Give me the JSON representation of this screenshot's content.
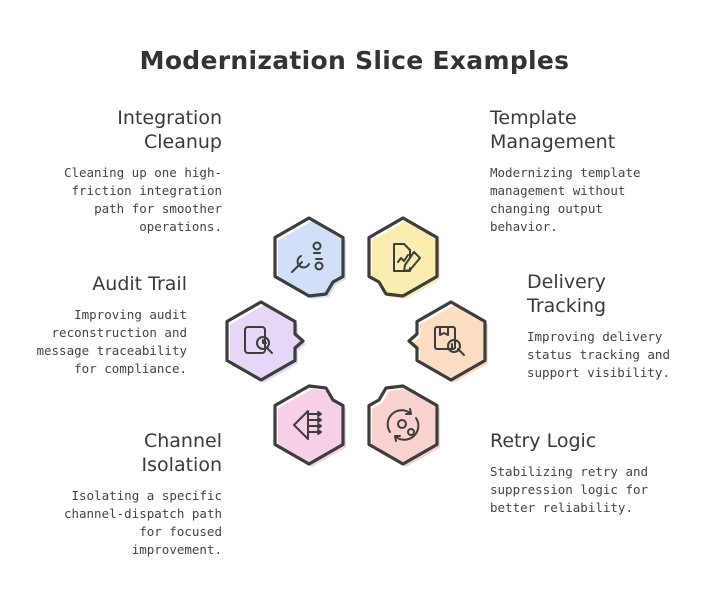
{
  "title": "Modernization Slice Examples",
  "items": [
    {
      "heading_1": "Integration",
      "heading_2": "Cleanup",
      "desc": [
        "Cleaning up one high-",
        "friction integration",
        "path for smoother",
        "operations."
      ],
      "icon": "wrench-gears-icon",
      "color": "#c9d9f7"
    },
    {
      "heading_1": "Template",
      "heading_2": "Management",
      "desc": [
        "Modernizing template",
        "management without",
        "changing output",
        "behavior."
      ],
      "icon": "document-edit-icon",
      "color": "#fbeaa6"
    },
    {
      "heading_1": "Audit Trail",
      "heading_2": "",
      "desc": [
        "Improving audit",
        "reconstruction and",
        "message traceability",
        "for compliance."
      ],
      "icon": "clock-search-icon",
      "color": "#e3d3f5"
    },
    {
      "heading_1": "Delivery",
      "heading_2": "Tracking",
      "desc": [
        "Improving delivery",
        "status tracking and",
        "support visibility."
      ],
      "icon": "package-search-icon",
      "color": "#fbd9bd"
    },
    {
      "heading_1": "Channel",
      "heading_2": "Isolation",
      "desc": [
        "Isolating a specific",
        "channel-dispatch path",
        "for focused",
        "improvement."
      ],
      "icon": "funnel-split-icon",
      "color": "#f6cbe4"
    },
    {
      "heading_1": "Retry Logic",
      "heading_2": "",
      "desc": [
        "Stabilizing retry and",
        "suppression logic for",
        "better reliability."
      ],
      "icon": "gear-cycle-icon",
      "color": "#f8cdcb"
    }
  ]
}
